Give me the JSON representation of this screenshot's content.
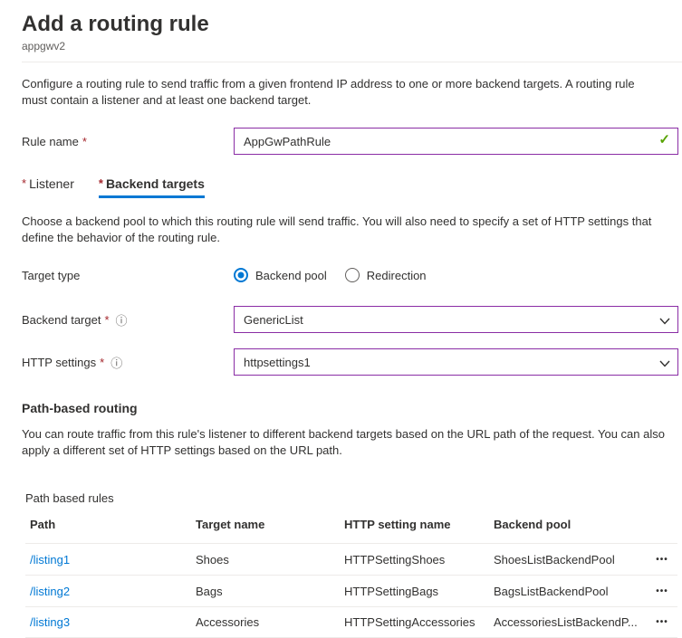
{
  "page": {
    "title": "Add a routing rule",
    "subtitle": "appgwv2",
    "intro": "Configure a routing rule to send traffic from a given frontend IP address to one or more backend targets. A routing rule must contain a listener and at least one backend target."
  },
  "rule_name": {
    "label": "Rule name",
    "required": "*",
    "value": "AppGwPathRule"
  },
  "tabs": [
    {
      "label": "Listener",
      "required": "*",
      "active": false
    },
    {
      "label": "Backend targets",
      "required": "*",
      "active": true
    }
  ],
  "backend_targets_tab": {
    "description": "Choose a backend pool to which this routing rule will send traffic. You will also need to specify a set of HTTP settings that define the behavior of the routing rule.",
    "target_type": {
      "label": "Target type",
      "options": [
        {
          "label": "Backend pool",
          "selected": true
        },
        {
          "label": "Redirection",
          "selected": false
        }
      ]
    },
    "backend_target": {
      "label": "Backend target",
      "required": "*",
      "value": "GenericList"
    },
    "http_settings": {
      "label": "HTTP settings",
      "required": "*",
      "value": "httpsettings1"
    }
  },
  "path_routing": {
    "heading": "Path-based routing",
    "description": "You can route traffic from this rule's listener to different backend targets based on the URL path of the request. You can also apply a different set of HTTP settings based on the URL path.",
    "table_label": "Path based rules",
    "columns": [
      "Path",
      "Target name",
      "HTTP setting name",
      "Backend pool"
    ],
    "rows": [
      {
        "path": "/listing1",
        "target_name": "Shoes",
        "http_setting_name": "HTTPSettingShoes",
        "backend_pool": "ShoesListBackendPool"
      },
      {
        "path": "/listing2",
        "target_name": "Bags",
        "http_setting_name": "HTTPSettingBags",
        "backend_pool": "BagsListBackendPool"
      },
      {
        "path": "/listing3",
        "target_name": "Accessories",
        "http_setting_name": "HTTPSettingAccessories",
        "backend_pool": "AccessoriesListBackendP..."
      }
    ]
  },
  "icons": {
    "valid_check": "✓",
    "info": "ⓘ",
    "more": "•••"
  },
  "colors": {
    "accent_blue": "#0078d4",
    "dirty_field_border": "#8a2da5",
    "valid_green": "#57a300",
    "required_red": "#a4262c",
    "divider": "#edebe9",
    "link": "#0078d4"
  }
}
